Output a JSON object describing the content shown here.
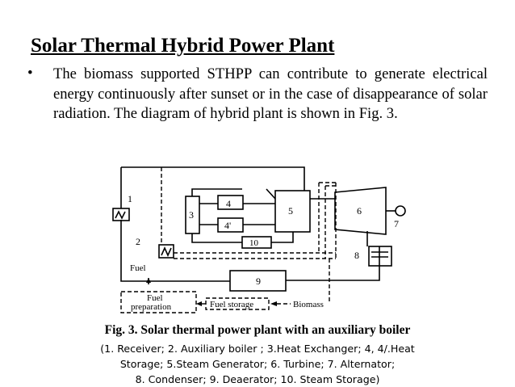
{
  "slide": {
    "title": "Solar Thermal Hybrid Power Plant",
    "bullet": "The biomass supported STHPP can contribute to generate electrical energy continuously after sunset or in the case of disappearance of solar radiation. The diagram of hybrid plant is shown in Fig. 3."
  },
  "diagram": {
    "labels": {
      "n1": "1",
      "n2": "2",
      "n3": "3",
      "n4": "4",
      "n4p": "4'",
      "n5": "5",
      "n6": "6",
      "n7": "7",
      "n8": "8",
      "n9": "9",
      "n10": "10",
      "fuel": "Fuel",
      "fuel_prep_line1": "Fuel",
      "fuel_prep_line2": "preparation",
      "fuel_storage": "Fuel storage",
      "biomass": "Biomass"
    }
  },
  "caption": {
    "title": "Fig. 3. Solar thermal power plant with an auxiliary boiler",
    "lines": [
      "(1. Receiver; 2. Auxiliary boiler ; 3.Heat Exchanger; 4, 4/.Heat",
      "Storage; 5.Steam Generator; 6. Turbine; 7. Alternator;",
      "8. Condenser; 9. Deaerator; 10. Steam Storage)"
    ]
  }
}
